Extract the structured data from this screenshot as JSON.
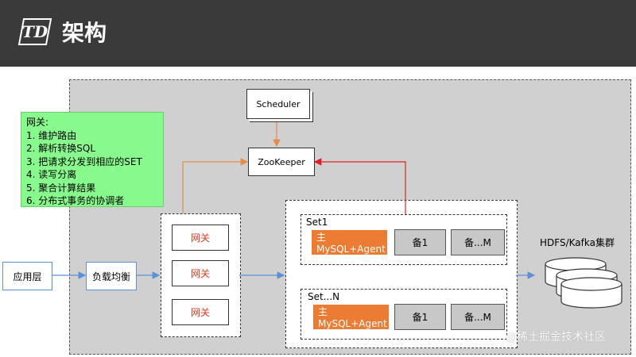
{
  "header": {
    "logo_text": "TD",
    "title": "架构"
  },
  "note": {
    "heading": "网关:",
    "items": [
      "1.  维护路由",
      "2.  解析转换SQL",
      "3.  把请求分发到相应的SET",
      "4.  读写分离",
      "5.  聚合计算结果",
      "6.  分布式事务的协调者"
    ]
  },
  "nodes": {
    "scheduler": "Scheduler",
    "zookeeper": "ZooKeeper",
    "app_layer": "应用层",
    "load_balancer": "负载均衡",
    "gateways": [
      "网关",
      "网关",
      "网关"
    ]
  },
  "sets": [
    {
      "label": "Set1",
      "master_line1": "主",
      "master_line2": "MySQL+Agent",
      "slave1": "备1",
      "slave2": "备...M"
    },
    {
      "label": "Set...N",
      "master_line1": "主",
      "master_line2": "MySQL+Agent",
      "slave1": "备1",
      "slave2": "备...M"
    }
  ],
  "storage": {
    "label": "HDFS/Kafka集群"
  },
  "watermark": "@稀土掘金技术社区",
  "colors": {
    "header_bg": "#3a3a3a",
    "master": "#ec7b33",
    "gateway_text": "#e03a1f",
    "note_bg": "#88f98c",
    "arrow_orange": "#e88b4a",
    "arrow_red": "#e02020",
    "arrow_blue": "#5b8fd6"
  }
}
